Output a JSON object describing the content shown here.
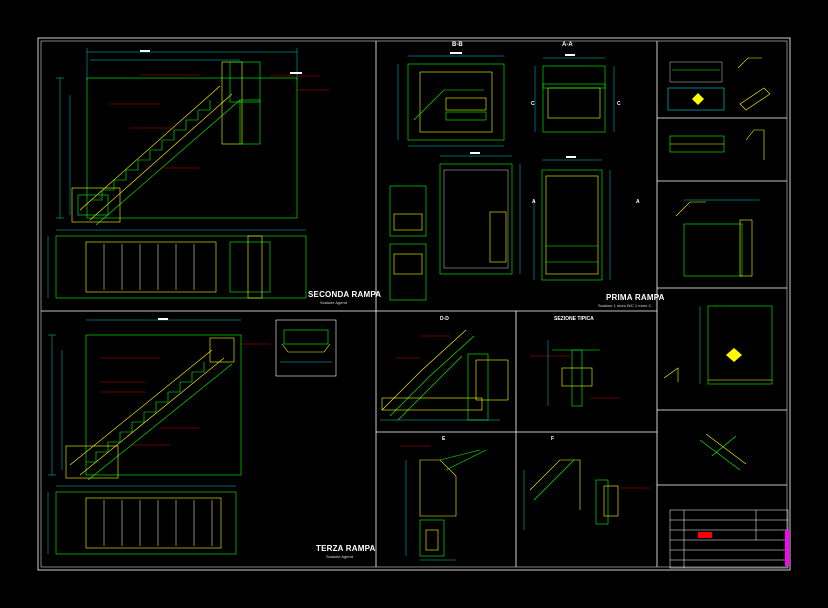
{
  "drawing": {
    "background": "#000000",
    "colors": {
      "frame": "#ffffff",
      "primary": "#00ff00",
      "secondary": "#ffff00",
      "dimension": "#00ffff",
      "annotation": "#ff0000",
      "accent": "#ff00ff"
    }
  },
  "views": {
    "seconda_rampa": {
      "title": "SECONDA RAMPA",
      "subtitle": "Scalone Agend"
    },
    "prima_rampa": {
      "title": "PRIMA RAMPA",
      "subtitle": "Scalone 1 muro B/C 1 muro C"
    },
    "terza_rampa": {
      "title": "TERZA RAMPA",
      "subtitle": "Scalone Agend"
    },
    "sezione_bb": {
      "title": "B-B"
    },
    "sezione_aa": {
      "title": "A-A"
    },
    "dettaglio_d": {
      "title": "D-D"
    },
    "sezione_tipica": {
      "title": "SEZIONE TIPICA"
    },
    "dettaglio_e": {
      "title": "E"
    },
    "dettaglio_f": {
      "title": "F"
    },
    "section_marks": {
      "a": "A",
      "c": "C"
    }
  }
}
